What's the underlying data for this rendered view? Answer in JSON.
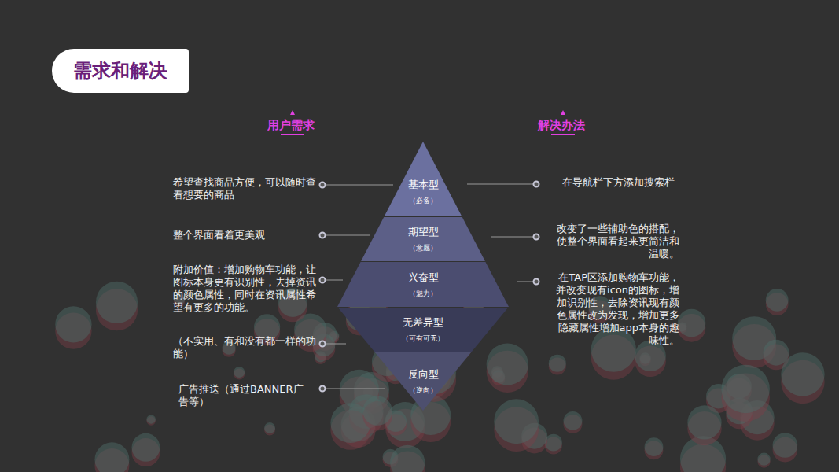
{
  "diagram": {
    "title": "需求和解决",
    "nodes": [
      {
        "text": [
          "基本型",
          "（必备）"
        ]
      },
      {
        "text": [
          "期望型",
          "（意愿）"
        ]
      },
      {
        "text": [
          "兴奋型",
          "（魅力）"
        ]
      },
      {
        "text": [
          "无差异型",
          "（可有可无）"
        ]
      },
      {
        "text": [
          "反向型",
          "（逆向）"
        ]
      }
    ],
    "labels": [
      "用户需求",
      "解决办法",
      "希望查找商品方便，可以随时查看想要的商品",
      "整个界面看着更美观",
      "附加价值：增加购物车功能，让图标本身更有识别性，去掉资讯的颜色属性，同时在资讯属性希望有更多的功能。",
      "（不实用、有和没有都一样的功能）",
      "广告推送（通过BANNER广告等）",
      "在导航栏下方添加搜索栏",
      "改变了一些辅助色的搭配，使整个界面看起来更简洁和温暖。",
      "在TAP区添加购物车功能，并改变现有icon的图标，增加识别性，去除资讯现有颜色属性改为发现，增加更多隐藏属性增加app本身的趣味性。"
    ]
  }
}
